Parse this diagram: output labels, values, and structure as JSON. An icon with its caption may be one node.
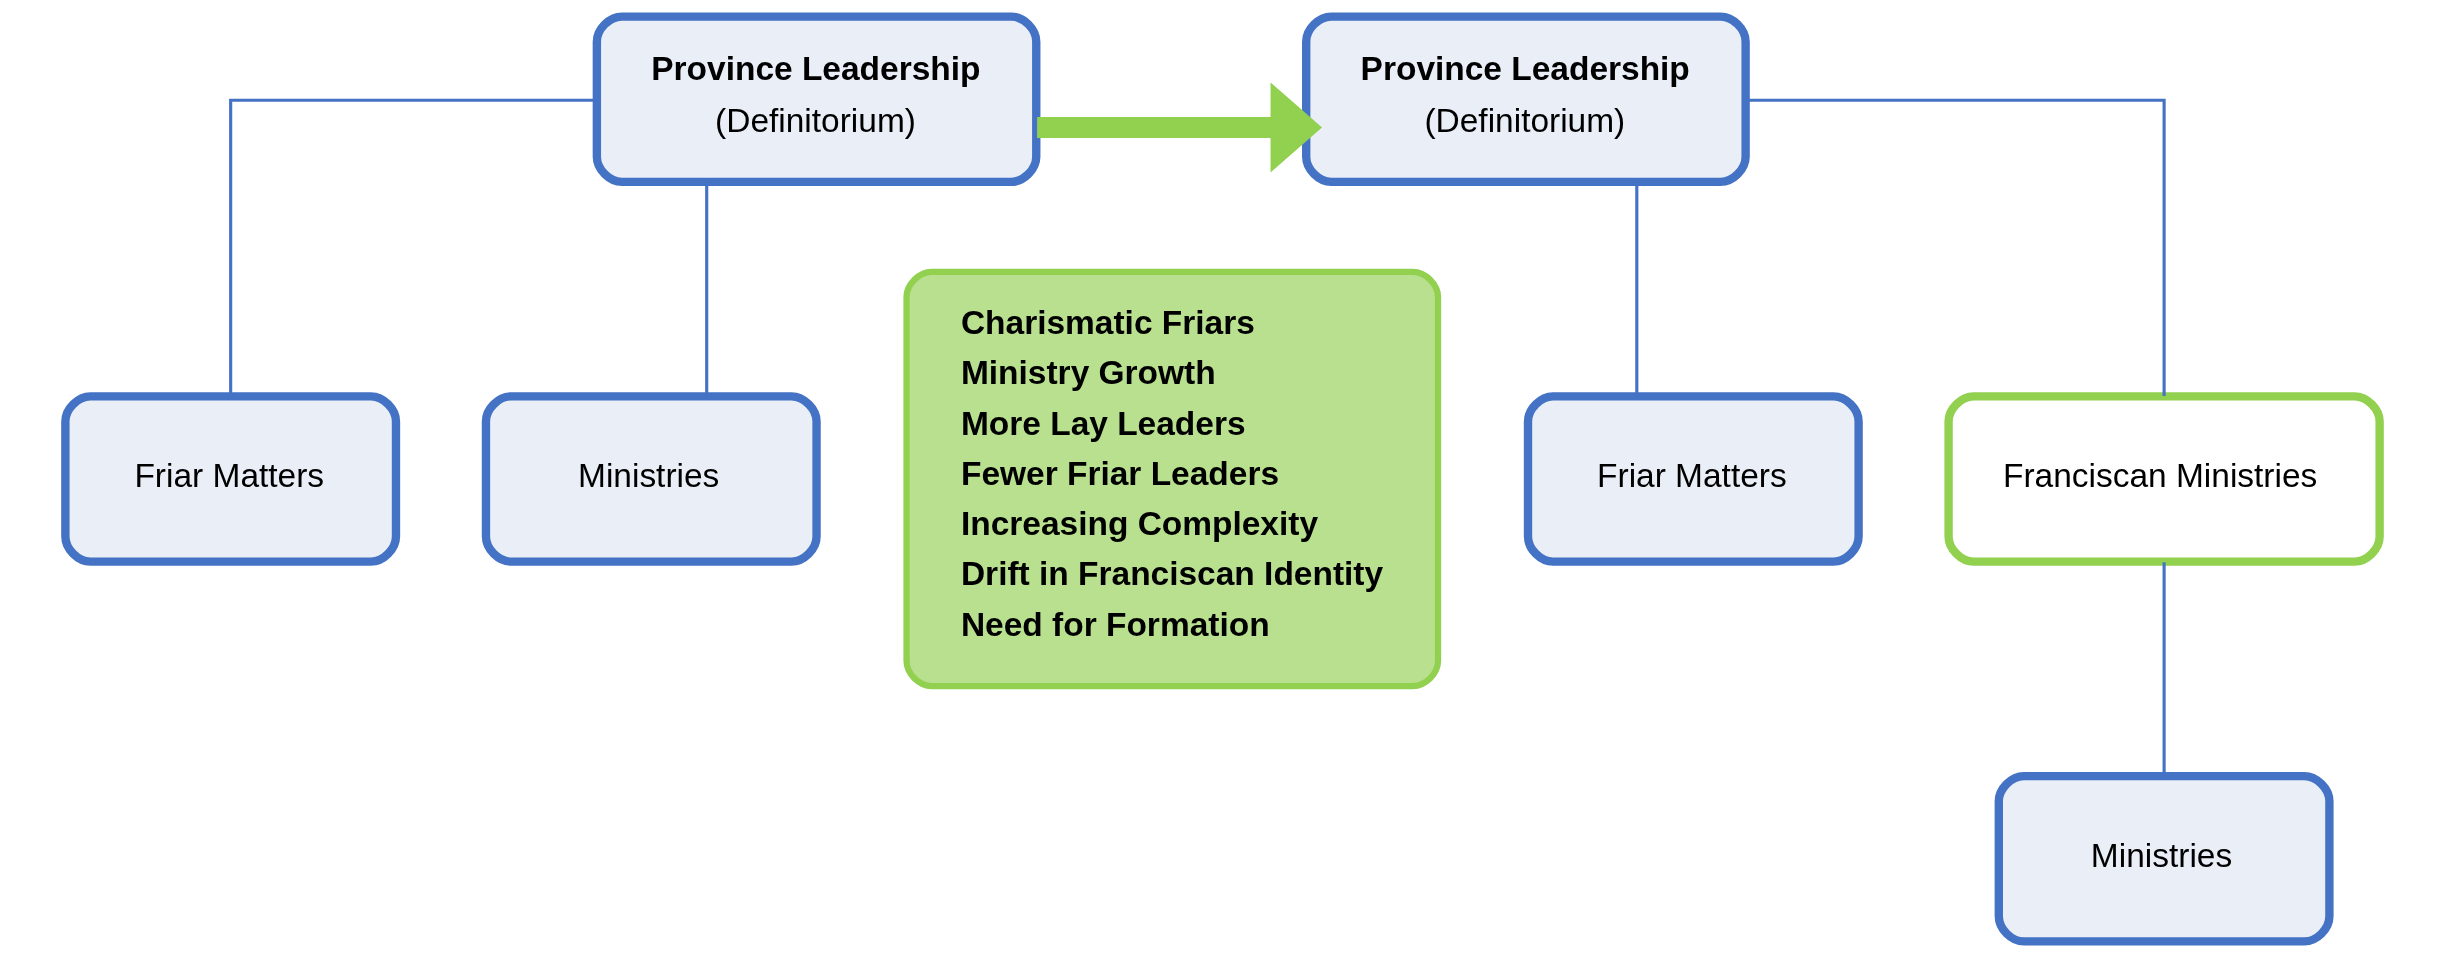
{
  "diagram": {
    "nodes": [
      {
        "text": [
          "Province Leadership",
          "(Definitorium)"
        ]
      },
      {
        "text": [
          "Friar Matters"
        ]
      },
      {
        "text": [
          "Ministries"
        ]
      },
      {
        "text": [
          "Charismatic Friars",
          "Ministry Growth",
          "More Lay Leaders",
          "Fewer Friar Leaders",
          "Increasing Complexity",
          "Drift in Franciscan Identity",
          "Need for Formation"
        ]
      },
      {
        "text": [
          "Province Leadership",
          "(Definitorium)"
        ]
      },
      {
        "text": [
          "Friar Matters"
        ]
      },
      {
        "text": [
          "Franciscan Ministries"
        ]
      },
      {
        "text": [
          "Ministries"
        ]
      }
    ],
    "edges": [
      {
        "from": 0,
        "to": 1,
        "arrow": "none"
      },
      {
        "from": 0,
        "to": 2,
        "arrow": "none"
      },
      {
        "from": 0,
        "to": 4,
        "arrow": "to",
        "style": "thick",
        "color": "#92d050"
      },
      {
        "from": 4,
        "to": 5,
        "arrow": "none"
      },
      {
        "from": 4,
        "to": 6,
        "arrow": "none"
      },
      {
        "from": 6,
        "to": 7,
        "arrow": "none"
      }
    ]
  }
}
